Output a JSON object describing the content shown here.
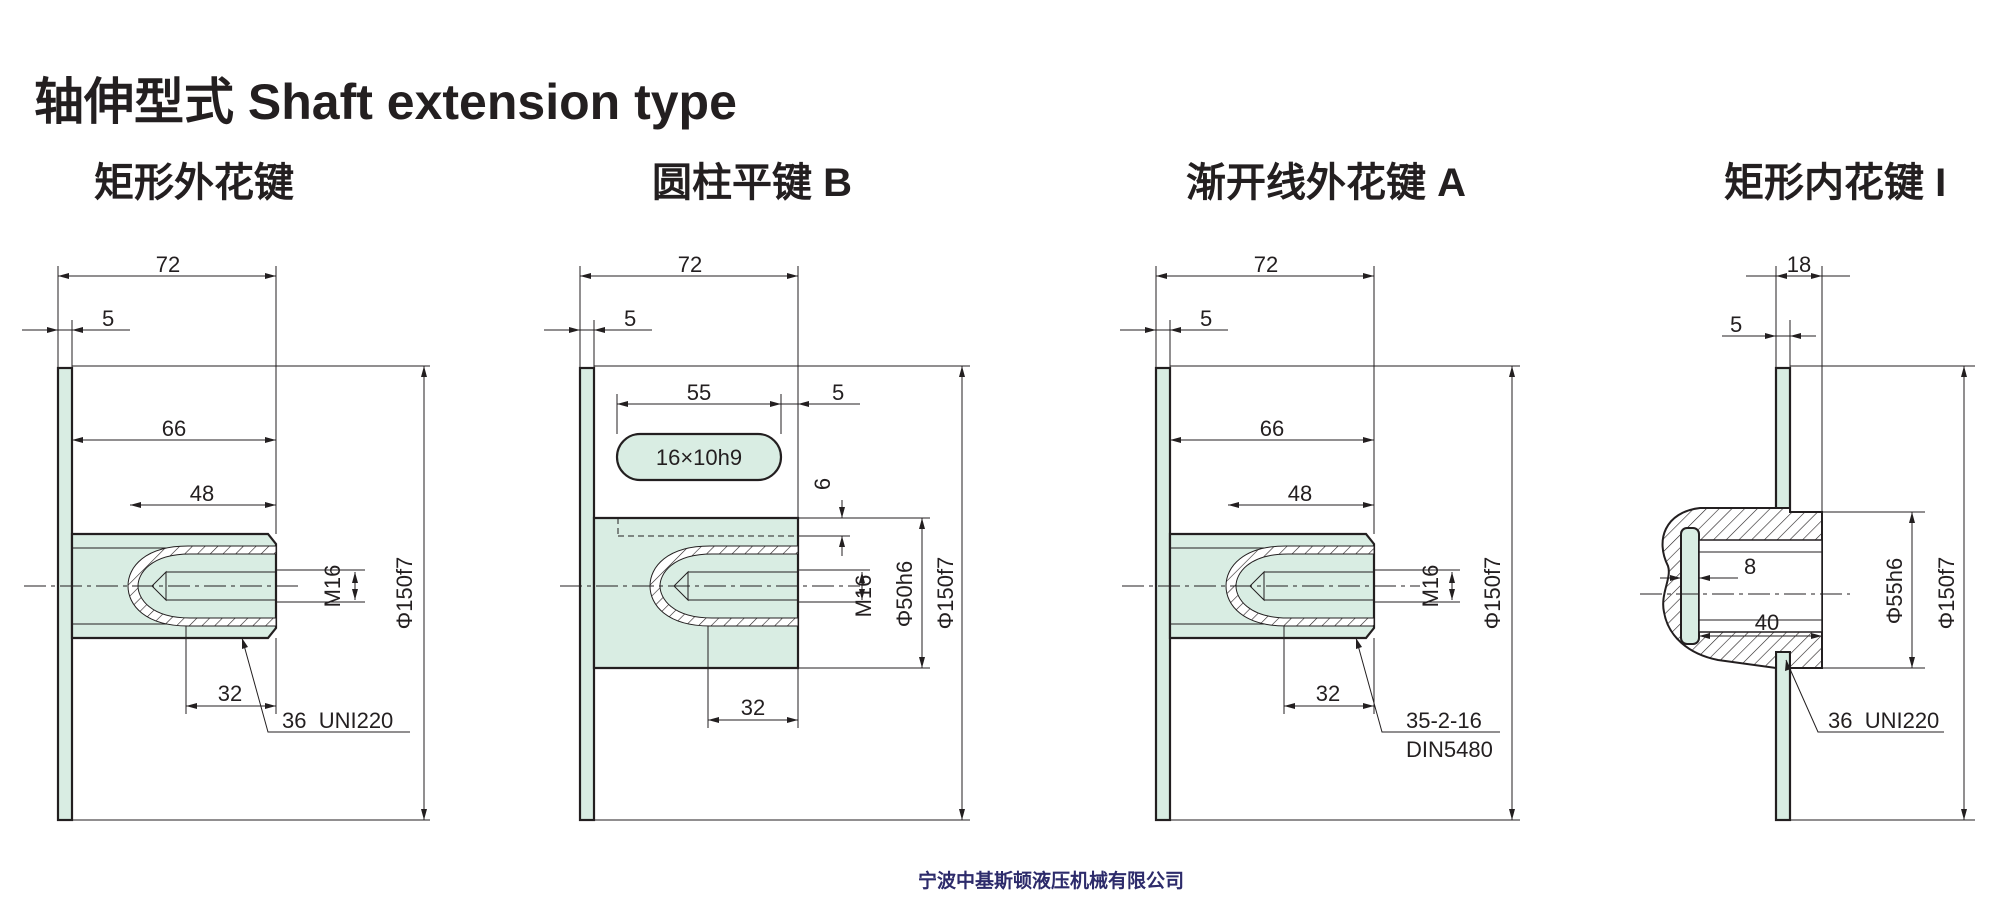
{
  "page": {
    "title": "轴伸型式  Shaft extension type",
    "footer": "宁波中基斯顿液压机械有限公司"
  },
  "views": [
    {
      "title": "矩形外花键",
      "dims": {
        "overall": "72",
        "flange": "5",
        "spline": "66",
        "bore": "48",
        "thread": "M16",
        "diameter": "Φ150f7",
        "thread_len": "32",
        "callout": "36  UNI220"
      }
    },
    {
      "title": "圆柱平键 B",
      "dims": {
        "overall": "72",
        "flange": "5",
        "key_len": "55",
        "key_offset": "5",
        "key": "16×10h9",
        "key_depth": "6",
        "thread": "M16",
        "shaft": "Φ50h6",
        "diameter": "Φ150f7",
        "thread_len": "32"
      }
    },
    {
      "title": "渐开线外花键 A",
      "dims": {
        "overall": "72",
        "flange": "5",
        "spline": "66",
        "bore": "48",
        "thread": "M16",
        "diameter": "Φ150f7",
        "thread_len": "32",
        "callout_1": "35-2-16",
        "callout_2": "DIN5480"
      }
    },
    {
      "title": "矩形内花键 I",
      "dims": {
        "overall": "18",
        "flange": "5",
        "hole": "8",
        "spline_len": "40",
        "bore": "Φ55h6",
        "diameter": "Φ150f7",
        "callout": "36  UNI220"
      }
    }
  ],
  "colors": {
    "body_fill": "#d9ede3",
    "line": "#231f20",
    "footer": "#2d2b6b"
  }
}
